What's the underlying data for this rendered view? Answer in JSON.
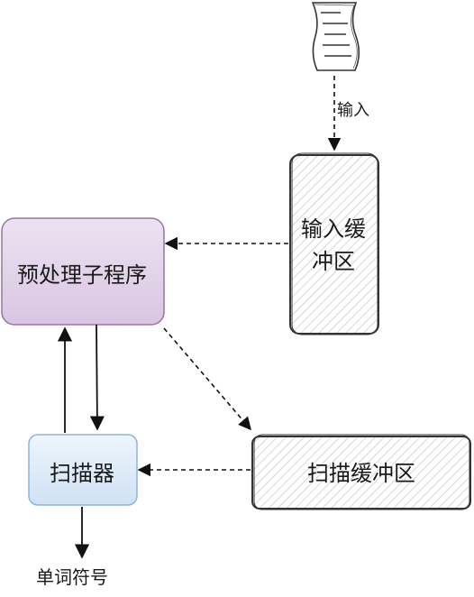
{
  "nodes": {
    "input_document": {
      "label": ""
    },
    "input_buffer": {
      "line1": "输入缓",
      "line2": "冲区"
    },
    "preprocessor": {
      "label": "预处理子程序"
    },
    "scanner": {
      "label": "扫描器"
    },
    "scan_buffer": {
      "label": "扫描缓冲区"
    }
  },
  "edges": {
    "input_edge": {
      "label": "输入"
    },
    "output_edge": {
      "label": "单词符号"
    }
  },
  "colors": {
    "preprocessor_fill_top": "#ece2f2",
    "preprocessor_fill_bottom": "#d8c6e2",
    "preprocessor_stroke": "#9673a6",
    "scanner_fill_top": "#eef5fd",
    "scanner_fill_bottom": "#cfe2f5",
    "scanner_stroke": "#8fb4dc",
    "sketch_stroke": "#333333",
    "hatch": "#bdbdbd",
    "arrow": "#111111"
  }
}
